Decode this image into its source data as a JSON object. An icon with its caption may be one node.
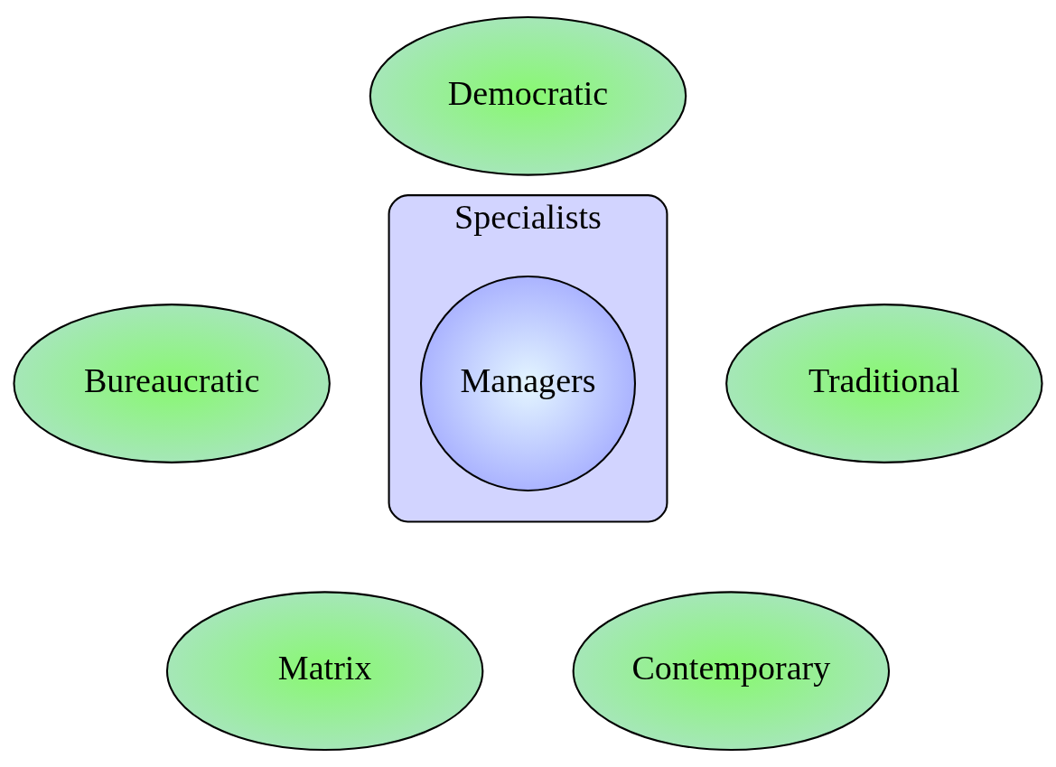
{
  "diagram": {
    "nodes": [
      {
        "text": [
          "Democratic"
        ]
      },
      {
        "text": [
          "Bureaucratic"
        ]
      },
      {
        "text": [
          "Specialists"
        ]
      },
      {
        "text": [
          "Managers"
        ],
        "in": 2
      },
      {
        "text": [
          "Traditional"
        ]
      },
      {
        "text": [
          "Matrix"
        ]
      },
      {
        "text": [
          "Contemporary"
        ]
      }
    ]
  }
}
